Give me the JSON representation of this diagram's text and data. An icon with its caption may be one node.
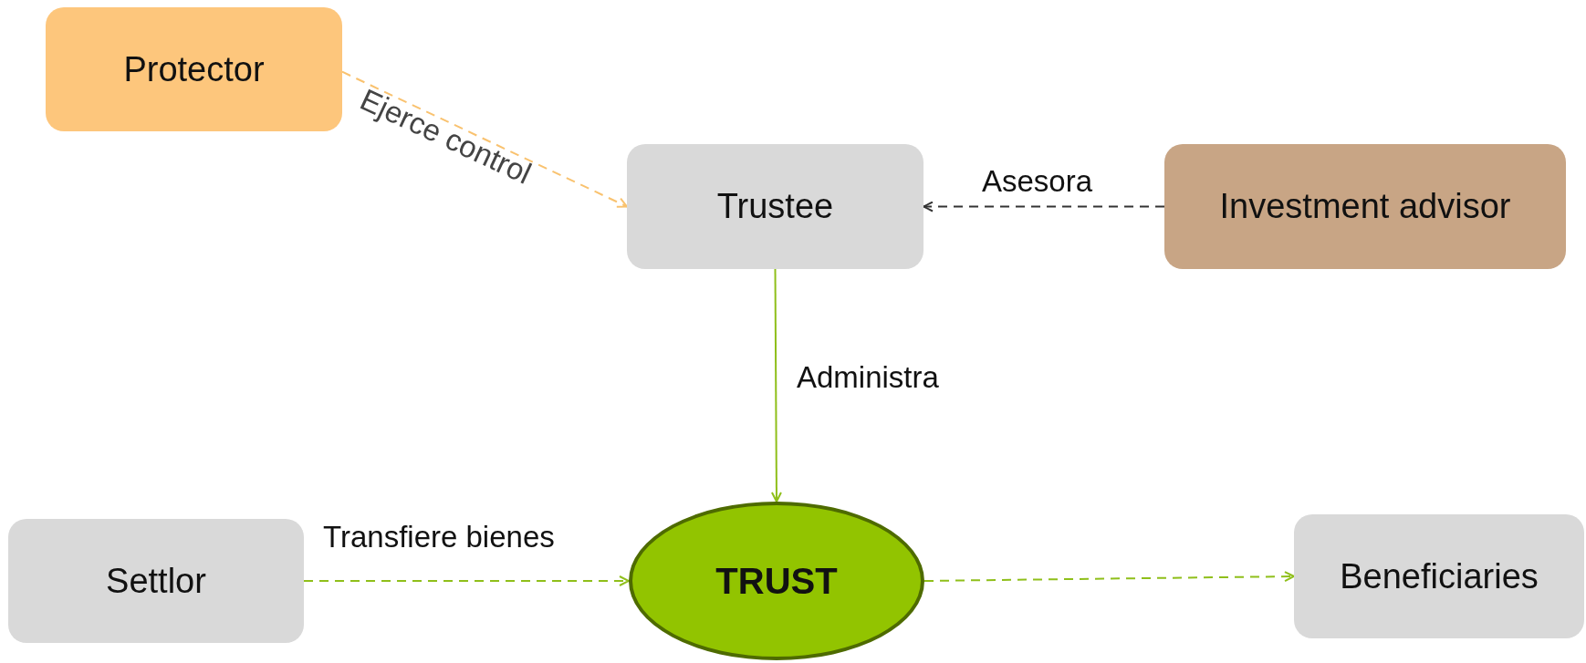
{
  "diagram": {
    "nodes": [
      {
        "text": [
          "Protector"
        ]
      },
      {
        "text": [
          "Trustee"
        ]
      },
      {
        "text": [
          "Investment advisor"
        ]
      },
      {
        "text": [
          "Settlor"
        ]
      },
      {
        "text": [
          "TRUST"
        ]
      },
      {
        "text": [
          "Beneficiaries"
        ]
      }
    ],
    "edges": [
      {
        "from": 0,
        "to": 1,
        "arrow": "to",
        "label": "Ejerce control",
        "style": "dashed",
        "color": "#f9c26f"
      },
      {
        "from": 2,
        "to": 1,
        "arrow": "to",
        "label": "Asesora",
        "style": "dashed",
        "color": "#333333"
      },
      {
        "from": 1,
        "to": 4,
        "arrow": "to",
        "label": "Administra"
      },
      {
        "from": 3,
        "to": 4,
        "arrow": "to",
        "label": "Transfiere bienes",
        "style": "dashed"
      },
      {
        "from": 4,
        "to": 5,
        "arrow": "to",
        "style": "dashed"
      }
    ]
  }
}
